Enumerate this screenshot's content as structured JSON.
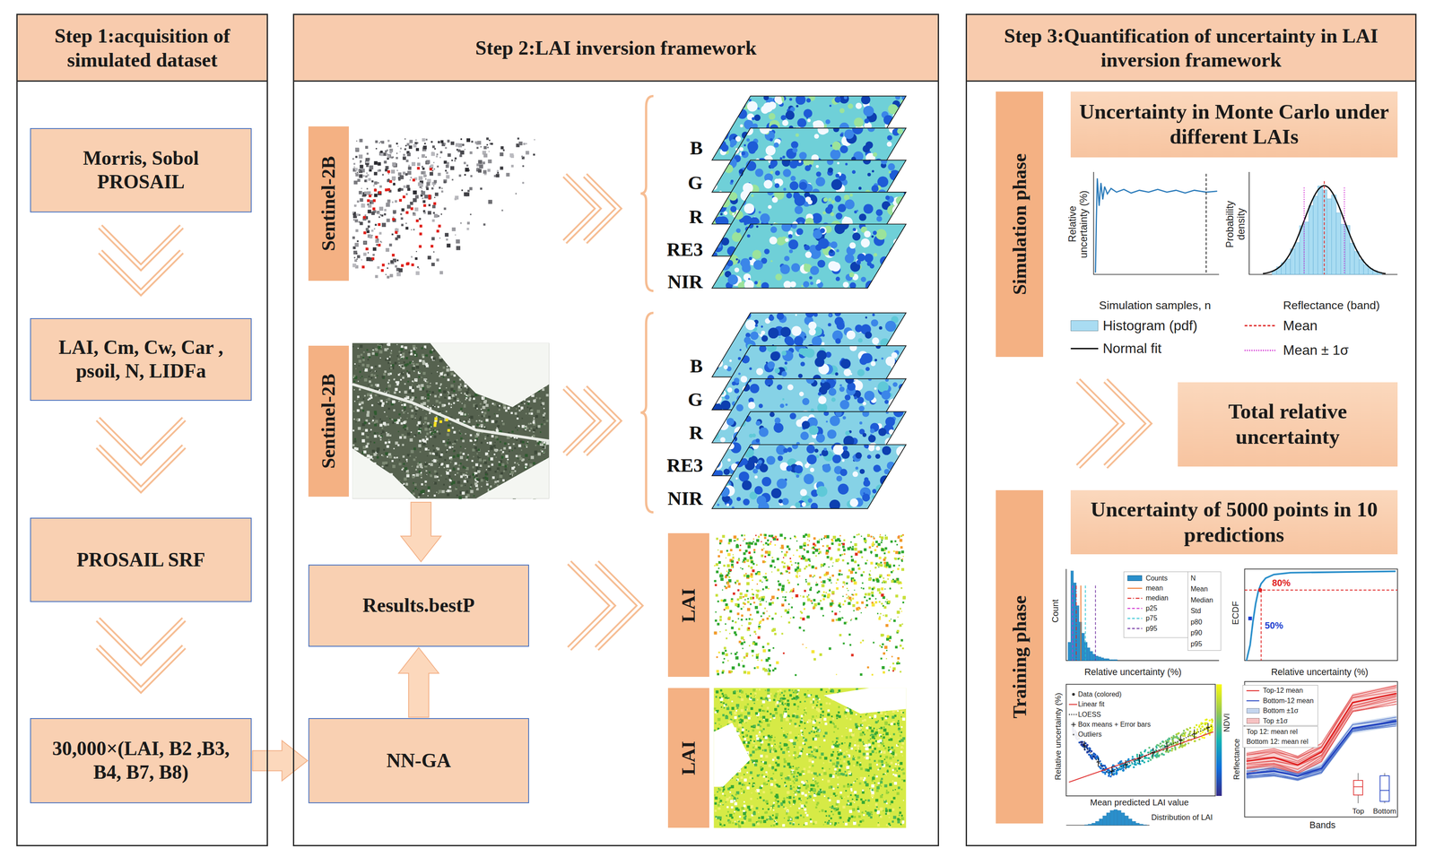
{
  "diagram": {
    "nodes": [
      {
        "text": [
          "Step 1:acquisition of simulated dataset"
        ]
      },
      {
        "text": [
          "Morris, Sobol PROSAIL"
        ],
        "in": 0
      },
      {
        "text": [
          "LAI, Cm, Cw, Car , psoil, N, LIDFa"
        ],
        "in": 0
      },
      {
        "text": [
          "PROSAIL SRF"
        ],
        "in": 0
      },
      {
        "text": [
          "30,000×(LAI, B2 ,B3, B4, B7, B8)"
        ],
        "in": 0
      },
      {
        "text": [
          "Step 2:LAI inversion framework"
        ]
      },
      {
        "text": [
          "Sentinel-2B"
        ],
        "in": 5
      },
      {
        "text": [
          "Sentinel-2B"
        ],
        "in": 5
      },
      {
        "text": [
          "Results.bestP"
        ],
        "in": 5
      },
      {
        "text": [
          "NN-GA"
        ],
        "in": 5
      },
      {
        "text": [
          "LAI"
        ],
        "in": 5
      },
      {
        "text": [
          "LAI"
        ],
        "in": 5
      },
      {
        "text": [
          "Step 3:Quantification of uncertainty in LAI inversion framework"
        ]
      },
      {
        "text": [
          "Simulation phase"
        ],
        "in": 12
      },
      {
        "text": [
          "Uncertainty in Monte Carlo under different LAIs"
        ],
        "in": 12
      },
      {
        "text": [
          "Total relative uncertainty"
        ],
        "in": 12
      },
      {
        "text": [
          "Training phase"
        ],
        "in": 12
      },
      {
        "text": [
          "Uncertainty of 5000 points in 10 predictions"
        ],
        "in": 12
      }
    ],
    "edges": [
      {
        "from": 1,
        "to": 2,
        "arrow": "to"
      },
      {
        "from": 2,
        "to": 3,
        "arrow": "to"
      },
      {
        "from": 3,
        "to": 4,
        "arrow": "to"
      },
      {
        "from": 4,
        "to": 9,
        "arrow": "to"
      },
      {
        "from": 9,
        "to": 8,
        "arrow": "to"
      },
      {
        "from": 8,
        "to": 10,
        "arrow": "to"
      }
    ],
    "labels": [
      "B",
      "G",
      "R",
      "RE3",
      "NIR",
      "B",
      "G",
      "R",
      "RE3",
      "NIR",
      "Relative uncertainty (%)",
      "Simulation samples, n",
      "Probability density",
      "Reflectance (band)",
      "Count",
      "N",
      "Mean",
      "Median",
      "Std",
      "p80",
      "p90",
      "p95",
      "Relative uncertainty (%)",
      "ECDF",
      "80%",
      "50%",
      "Relative uncertainty (%)",
      "Relative uncertainty (%)",
      "Mean predicted LAI value",
      "NDVI",
      "Distribution of LAI",
      "Top 12: mean rel",
      "Bottom 12: mean rel",
      "Reflectance",
      "Top",
      "Bottom",
      "Bands"
    ],
    "legend": [
      {
        "text": "Histogram (pdf)",
        "color": "#a9dcf2"
      },
      {
        "text": "Normal fit"
      },
      {
        "text": "Mean"
      },
      {
        "text": "Mean ± 1σ"
      },
      {
        "text": "Counts",
        "color": "#2a8fcb"
      },
      {
        "text": "mean"
      },
      {
        "text": "median"
      },
      {
        "text": "p25"
      },
      {
        "text": "p75"
      },
      {
        "text": "p95"
      },
      {
        "text": "Data (colored)"
      },
      {
        "text": "Linear fit"
      },
      {
        "text": "LOESS"
      },
      {
        "text": "Box means + Error bars"
      },
      {
        "text": "Outliers"
      },
      {
        "text": "Top-12 mean"
      },
      {
        "text": "Bottom-12 mean"
      },
      {
        "text": "Bottom ±1σ",
        "color": "#c5d6ee"
      },
      {
        "text": "Top ±1σ",
        "color": "#f6c2c2"
      }
    ]
  }
}
